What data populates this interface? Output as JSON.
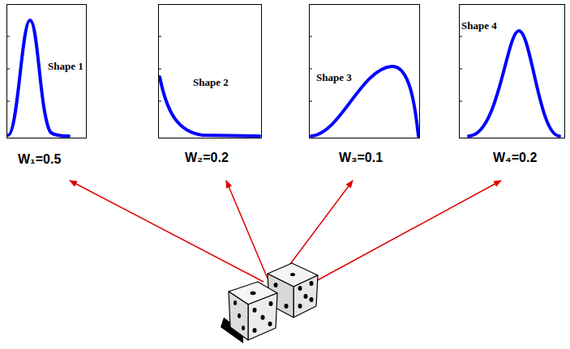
{
  "diagram": {
    "nodes": [
      {
        "text": [
          "Shape 1"
        ]
      },
      {
        "text": [
          "Shape 2"
        ]
      },
      {
        "text": [
          "Shape 3"
        ]
      },
      {
        "text": [
          "Shape 4"
        ]
      }
    ],
    "labels": [
      "W₁=0.5",
      "W₂=0.2",
      "W₃=0.1",
      "W₄=0.2"
    ]
  }
}
